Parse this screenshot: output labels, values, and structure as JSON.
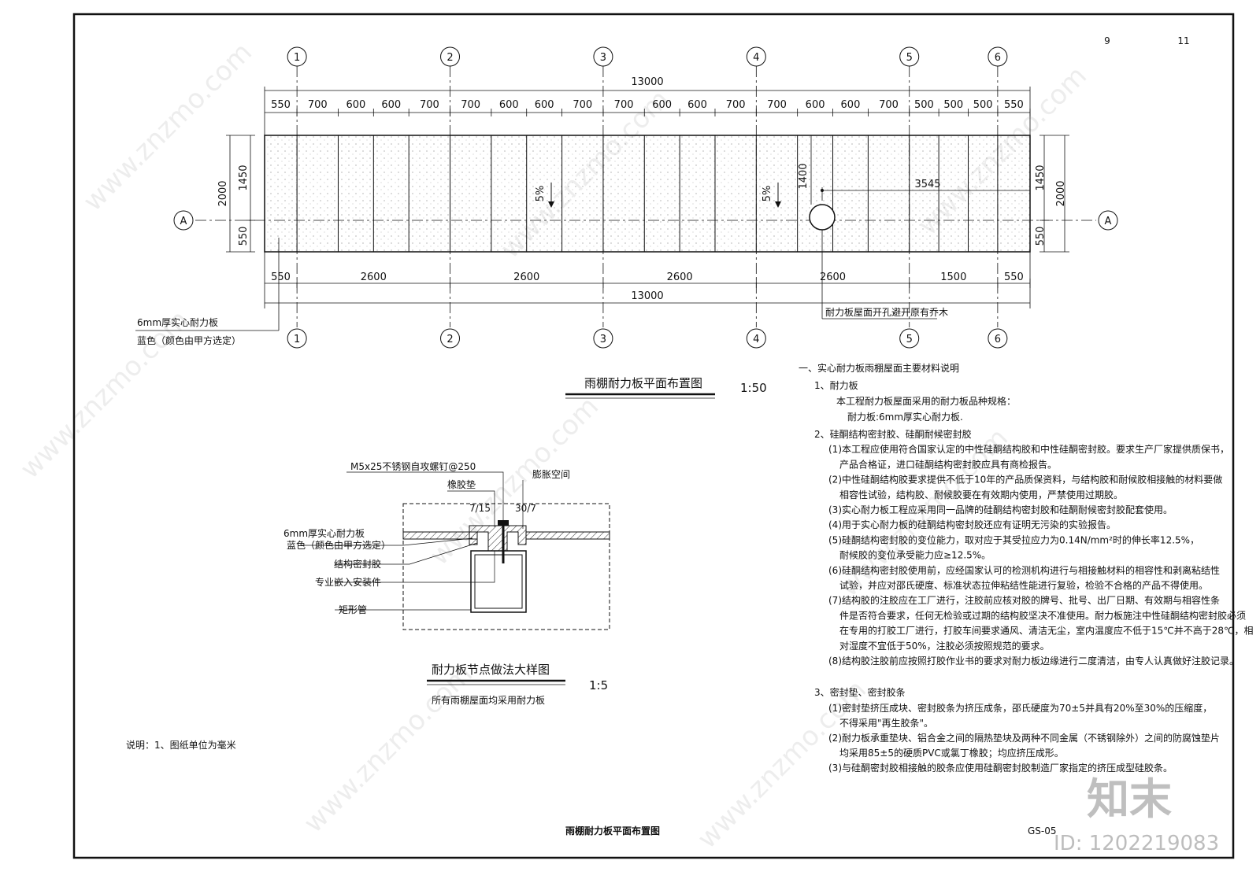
{
  "sheet": {
    "page_numbers": [
      "9",
      "11"
    ],
    "drawing_no": "GS-05",
    "bottom_title": "雨棚耐力板平面布置图",
    "note": "说明：1、图纸单位为毫米",
    "brand_logo": "知末",
    "id_text": "ID: 1202219083",
    "watermark": "www.znzmo.com"
  },
  "plan": {
    "grid_top": [
      "1",
      "2",
      "3",
      "4",
      "5",
      "6"
    ],
    "grid_bottom": [
      "1",
      "2",
      "3",
      "4",
      "5",
      "6"
    ],
    "axis_left": "A",
    "axis_right": "A",
    "total_top": "13000",
    "total_bottom": "13000",
    "top_dims": [
      "550",
      "700",
      "600",
      "600",
      "700",
      "700",
      "600",
      "600",
      "700",
      "700",
      "600",
      "600",
      "700",
      "700",
      "600",
      "600",
      "700",
      "500",
      "500",
      "500",
      "550"
    ],
    "bottom_dims": [
      "550",
      "2600",
      "2600",
      "2600",
      "2600",
      "1500",
      "550"
    ],
    "left_dims": {
      "total": "2000",
      "upper": "1450",
      "lower": "550"
    },
    "right_dims": {
      "total": "2000",
      "upper": "1450",
      "lower": "550"
    },
    "slope_label": "5%",
    "hole_dim_x": "3545",
    "hole_dim_y": "1400",
    "hole_note": "耐力板屋面开孔避开原有乔木",
    "board_note_1": "6mm厚实心耐力板",
    "board_note_2": "蓝色（颜色由甲方选定）",
    "title": "雨棚耐力板平面布置图",
    "scale": "1:50"
  },
  "detail": {
    "screw": "M5x25不锈钢自攻螺钉@250",
    "rubber_pad": "橡胶垫",
    "expansion": "膨胀空间",
    "dim_a": "7/15",
    "dim_b": "30/7",
    "board_1": "6mm厚实心耐力板",
    "board_2": "蓝色（颜色由甲方选定）",
    "sealant": "结构密封胶",
    "insert": "专业嵌入安装件",
    "tube": "矩形管",
    "title": "耐力板节点做法大样图",
    "scale": "1:5",
    "sub": "所有雨棚屋面均采用耐力板"
  },
  "spec": {
    "heading": "一、实心耐力板雨棚屋面主要材料说明",
    "lines": [
      "1、耐力板",
      "本工程耐力板屋面采用的耐力板品种规格：",
      "耐力板:6mm厚实心耐力板.",
      "2、硅酮结构密封胶、硅酮耐候密封胶",
      "(1)本工程应使用符合国家认定的中性硅酮结构胶和中性硅酮密封胶。要求生产厂家提供质保书，",
      "产品合格证，进口硅酮结构密封胶应具有商检报告。",
      "(2)中性硅酮结构胶要求提供不低于10年的产品质保资料，与结构胶和耐候胶相接触的材料要做",
      "相容性试验，结构胶、耐候胶要在有效期内使用，严禁使用过期胶。",
      "(3)实心耐力板工程应采用同一品牌的硅酮结构密封胶和硅酮耐候密封胶配套使用。",
      "(4)用于实心耐力板的硅酮结构密封胶还应有证明无污染的实验报告。",
      "(5)硅酮结构密封胶的变位能力，取对应于其受拉应力为0.14N/mm²时的伸长率12.5%，",
      "耐候胶的变位承受能力应≥12.5%。",
      "(6)硅酮结构密封胶使用前，应经国家认可的检测机构进行与相接触材料的相容性和剥离粘结性",
      "试验，并应对邵氏硬度、标准状态拉伸粘结性能进行复验，检验不合格的产品不得使用。",
      "(7)结构胶的注胶应在工厂进行，注胶前应核对胶的牌号、批号、出厂日期、有效期与相容性条",
      "件是否符合要求，任何无检验或过期的结构胶坚决不准使用。耐力板施注中性硅酮结构密封胶必须",
      "在专用的打胶工厂进行，打胶车间要求通风、清洁无尘，室内温度应不低于15℃并不高于28℃，相",
      "对湿度不宜低于50%，注胶必须按照规范的要求。",
      "(8)结构胶注胶前应按照打胶作业书的要求对耐力板边缘进行二度清洁，由专人认真做好注胶记录。",
      "3、密封垫、密封胶条",
      "(1)密封垫挤压成块、密封胶条为挤压成条，邵氏硬度为70±5并具有20%至30%的压缩度，",
      "不得采用\"再生胶条\"。",
      "(2)耐力板承重垫块、铝合金之间的隔热垫块及两种不同金属（不锈钢除外）之间的防腐蚀垫片",
      "均采用85±5的硬质PVC或氯丁橡胶；均应挤压成形。",
      "(3)与硅酮密封胶相接触的胶条应使用硅酮密封胶制造厂家指定的挤压成型硅胶条。"
    ]
  },
  "colors": {
    "line": "#111111",
    "paper": "#ffffff",
    "watermark": "#d8d8d8"
  }
}
